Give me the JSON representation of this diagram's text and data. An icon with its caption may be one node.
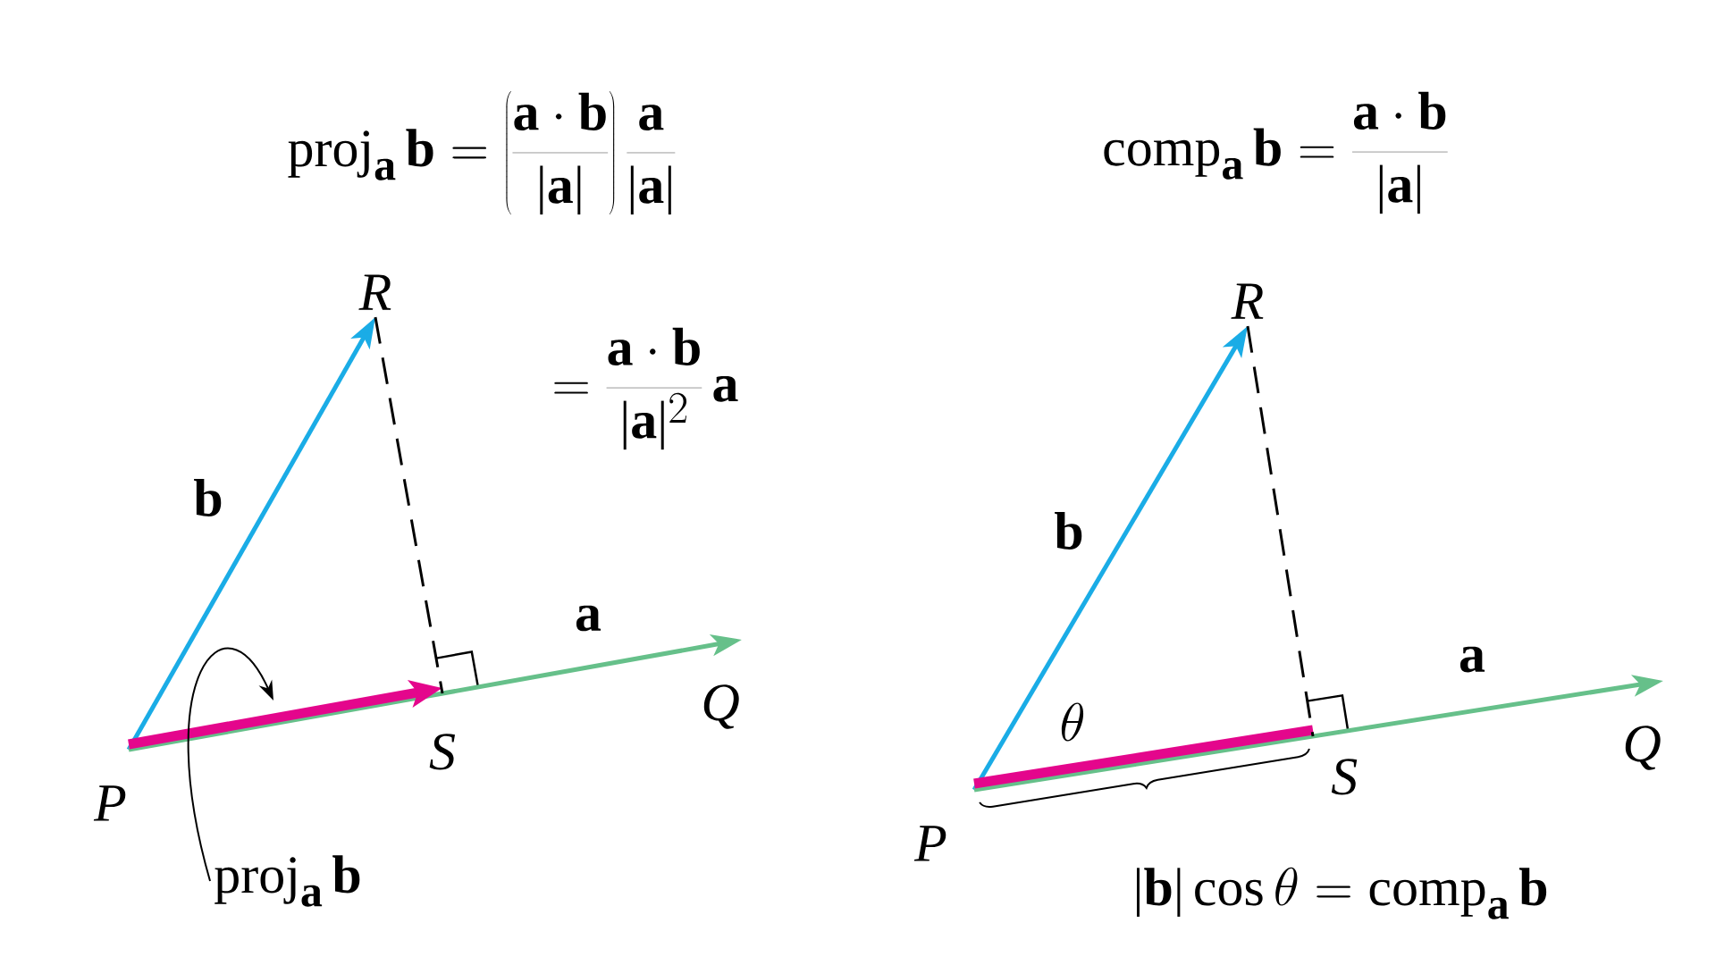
{
  "diagram": {
    "nodes": [
      {
        "text": [
          "P"
        ]
      },
      {
        "text": [
          "R"
        ]
      },
      {
        "text": [
          "S"
        ]
      },
      {
        "text": [
          "Q"
        ]
      },
      {
        "text": [
          "\\mathrm{proj}_{\\mathbf{a}}\\,\\mathbf{b}"
        ]
      },
      {
        "text": [
          "P"
        ]
      },
      {
        "text": [
          "R"
        ]
      },
      {
        "text": [
          "S"
        ]
      },
      {
        "text": [
          "Q"
        ]
      }
    ],
    "edges": [
      {
        "from": 0,
        "to": 1,
        "arrow": "to",
        "label": "\\mathbf{b}",
        "color": "#1aace6"
      },
      {
        "from": 0,
        "to": 3,
        "arrow": "to",
        "label": "\\mathbf{a}",
        "color": "#66c08a"
      },
      {
        "from": 0,
        "to": 2,
        "arrow": "to",
        "style": "thick",
        "color": "#e4068c"
      },
      {
        "from": 1,
        "to": 2,
        "arrow": "none",
        "style": "dashed"
      },
      {
        "from": 4,
        "to": null,
        "arrow": "to"
      },
      {
        "from": 5,
        "to": 6,
        "arrow": "to",
        "label": "\\mathbf{b}",
        "color": "#1aace6"
      },
      {
        "from": 5,
        "to": 8,
        "arrow": "to",
        "label": "\\mathbf{a}",
        "color": "#66c08a"
      },
      {
        "from": 5,
        "to": 7,
        "arrow": "none",
        "style": "thick",
        "color": "#e4068c"
      },
      {
        "from": 6,
        "to": 7,
        "arrow": "none",
        "style": "dashed"
      }
    ],
    "labels": [
      "\\mathrm{proj}_{\\mathbf{a}}\\,\\mathbf{b}=\\left(\\frac{\\mathbf{a}\\cdot\\mathbf{b}}{|\\mathbf{a}|}\\right)\\frac{\\mathbf{a}}{|\\mathbf{a}|}",
      "\\mathrm{comp}_{\\mathbf{a}}\\,\\mathbf{b}=\\frac{\\mathbf{a}\\cdot\\mathbf{b}}{|\\mathbf{a}|}",
      "=\\frac{\\mathbf{a}\\cdot\\mathbf{b}}{|\\mathbf{a}|^{2}}\\,\\mathbf{a}",
      "\\theta",
      "|\\mathbf{b}|\\cos\\theta=\\mathrm{comp}_{\\mathbf{a}}\\,\\mathbf{b}"
    ]
  }
}
